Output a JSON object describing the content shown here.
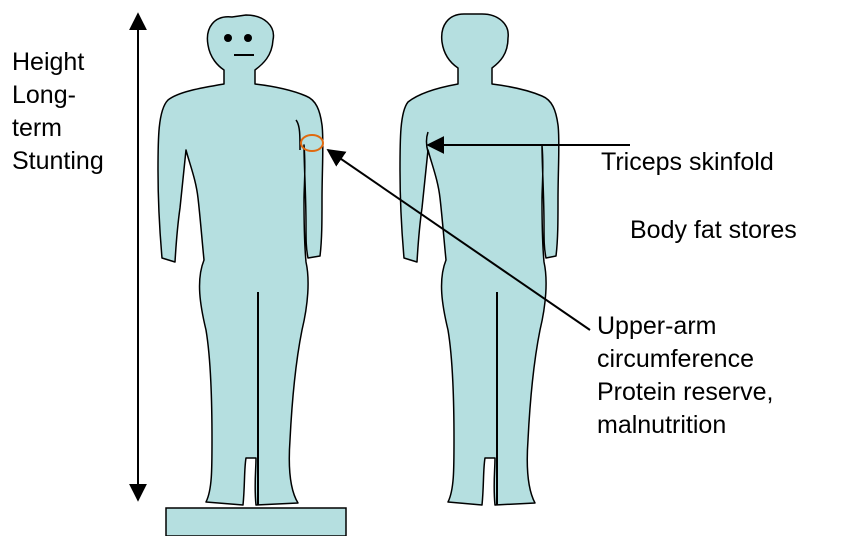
{
  "colors": {
    "body_fill": "#b5dfe0",
    "outline": "#000000",
    "marker_ring": "#e06a10",
    "background": "#ffffff"
  },
  "labels": {
    "height": [
      "Height",
      "Long-",
      "term",
      "Stunting"
    ],
    "triceps": "Triceps skinfold",
    "body_fat": "Body fat stores",
    "upper_arm": [
      "Upper-arm",
      "circumference",
      "Protein reserve,",
      "malnutrition"
    ]
  }
}
